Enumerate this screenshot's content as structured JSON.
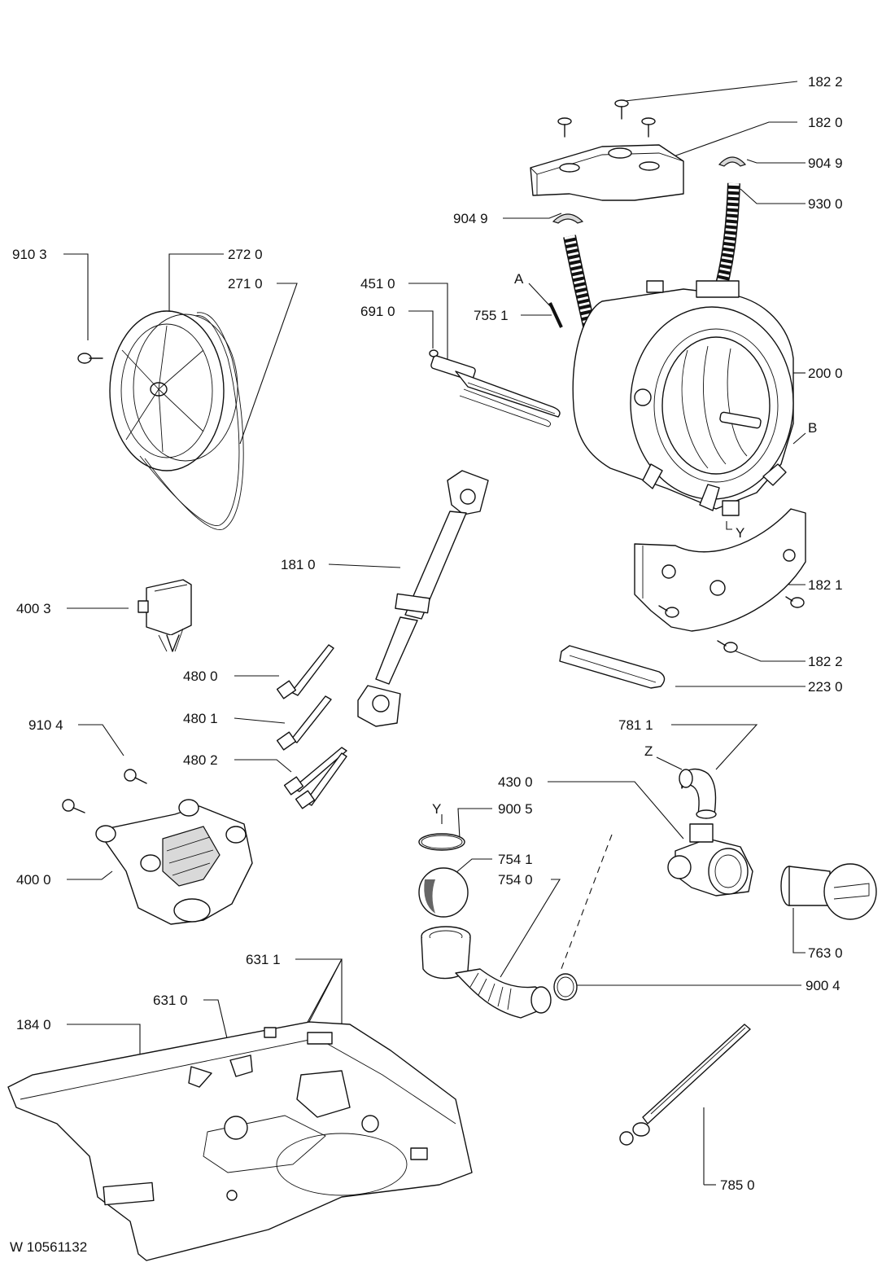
{
  "footer_code": "W 10561132",
  "labels": {
    "l1822a": "182 2",
    "l1820": "182 0",
    "l9049r": "904 9",
    "l9049l": "904 9",
    "l9300": "930 0",
    "l9103": "910 3",
    "l2720": "272 0",
    "l2710": "271 0",
    "l4510": "451 0",
    "l6910": "691 0",
    "lA": "A",
    "l7551": "755 1",
    "l2000": "200 0",
    "lB": "B",
    "lY1": "Y",
    "l1810": "181 0",
    "l1821": "182 1",
    "l4003": "400 3",
    "l1822b": "182 2",
    "l2230": "223 0",
    "l4800": "480 0",
    "l4801": "480 1",
    "l7811": "781 1",
    "lZ": "Z",
    "l9104": "910 4",
    "l4802": "480 2",
    "l4300": "430 0",
    "lY2": "Y",
    "l9005": "900 5",
    "l7541": "754 1",
    "l4000": "400 0",
    "l7540": "754 0",
    "l7630": "763 0",
    "l6311": "631 1",
    "l9004": "900 4",
    "l6310": "631 0",
    "l1840": "184 0",
    "l7850": "785 0"
  }
}
